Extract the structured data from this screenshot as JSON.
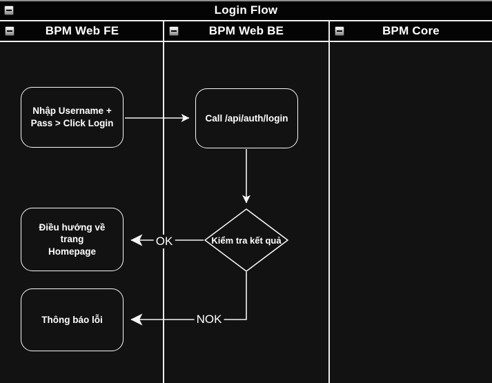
{
  "pool": {
    "title": "Login Flow"
  },
  "lanes": [
    {
      "label": "BPM Web FE"
    },
    {
      "label": "BPM Web BE"
    },
    {
      "label": "BPM Core"
    }
  ],
  "nodes": {
    "enter_credentials": {
      "label": "Nhập Username +\nPass > Click Login"
    },
    "call_api": {
      "label": "Call /api/auth/login"
    },
    "check_result": {
      "label": "Kiểm tra kết quả"
    },
    "redirect_homepage": {
      "label": "Điều hướng về trang\nHomepage"
    },
    "show_error": {
      "label": "Thông báo lỗi"
    }
  },
  "edge_labels": {
    "ok": "OK",
    "nok": "NOK"
  },
  "colors": {
    "canvas_bg": "#121212",
    "band_bg": "#040404",
    "line": "#f5f5f5",
    "text": "#ffffff"
  }
}
